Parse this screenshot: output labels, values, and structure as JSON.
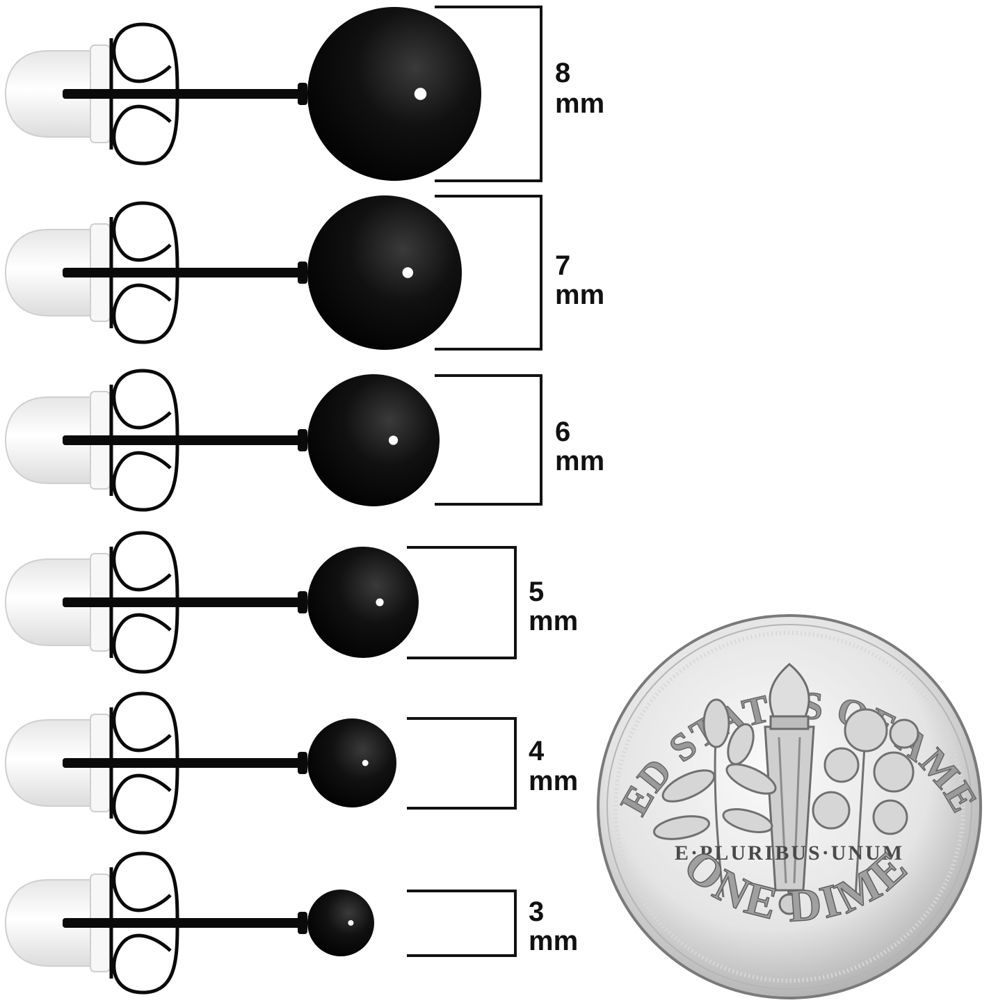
{
  "colors": {
    "background": "#ffffff",
    "stud": "#0a0a0a",
    "bracket": "#111111",
    "backing": "#f1f1f1",
    "coin_light": "#f2f2f2",
    "coin_dark": "#8a8a8a"
  },
  "studs": [
    {
      "size": "8",
      "unit": "mm"
    },
    {
      "size": "7",
      "unit": "mm"
    },
    {
      "size": "6",
      "unit": "mm"
    },
    {
      "size": "5",
      "unit": "mm"
    },
    {
      "size": "4",
      "unit": "mm"
    },
    {
      "size": "3",
      "unit": "mm"
    }
  ],
  "coin": {
    "top_text": "UNITED STATES OF AMERICA",
    "motto": "E·PLURIBUS·UNUM",
    "bottom_text": "ONE DIME"
  }
}
